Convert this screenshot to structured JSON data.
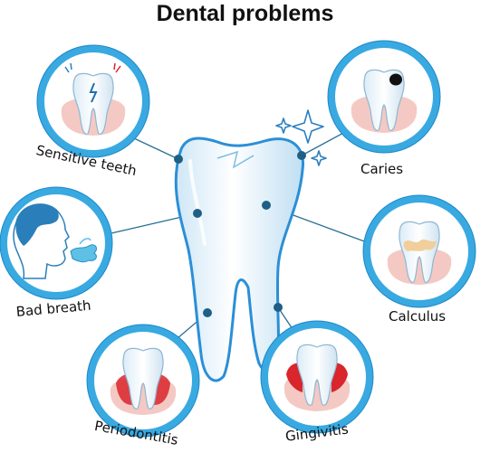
{
  "title": "Dental problems",
  "problems": [
    {
      "label": "Sensitive teeth",
      "icon": "sensitive-tooth-icon"
    },
    {
      "label": "Caries",
      "icon": "caries-tooth-icon"
    },
    {
      "label": "Bad breath",
      "icon": "bad-breath-face-icon"
    },
    {
      "label": "Calculus",
      "icon": "calculus-tooth-icon"
    },
    {
      "label": "Periodontitis",
      "icon": "periodontitis-tooth-icon"
    },
    {
      "label": "Gingivitis",
      "icon": "gingivitis-tooth-icon"
    }
  ],
  "colors": {
    "ring": "#39a9e1",
    "ring_edge": "#1d88c8",
    "connector": "#2a6f97",
    "tooth_outline": "#2b8fd6",
    "tooth_fill": "#e6f3fb",
    "gum": "#f4c9c4",
    "inflamed_gum": "#d9252b",
    "caries_spot": "#111111",
    "tartar": "#f1cf9c",
    "head": "#2a7fba",
    "breath": "#5fc0e6",
    "star": "#2b7fc0"
  }
}
